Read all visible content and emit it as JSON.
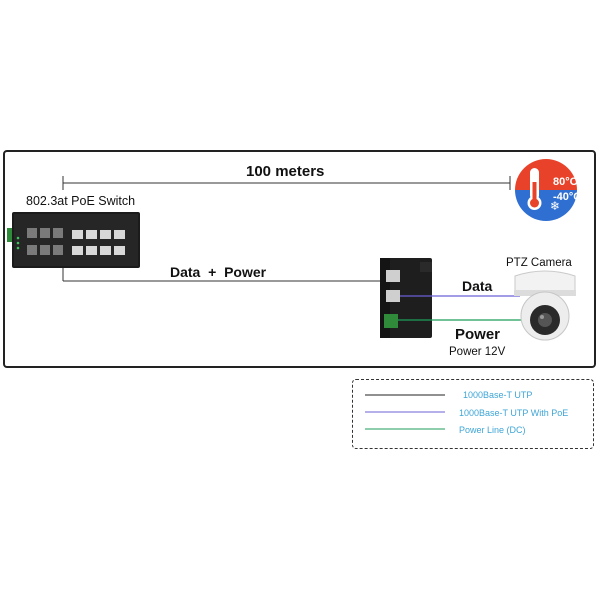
{
  "diagram": {
    "distance_label": "100 meters",
    "switch_label": "802.3at PoE Switch",
    "data_power_label": "Data  +  Power",
    "data_label": "Data",
    "power_label": "Power",
    "power_supply_label": "Power 12V",
    "camera_label": "PTZ Camera",
    "temperature": {
      "high": "80°C",
      "low": "-40°C"
    }
  },
  "legend": {
    "items": [
      {
        "label": "1000Base-T UTP",
        "color": "#222222"
      },
      {
        "label": "1000Base-T UTP With PoE",
        "color": "#6b5fd6"
      },
      {
        "label": "Power Line (DC)",
        "color": "#1e9e5a"
      }
    ]
  },
  "colors": {
    "frame": "#222222",
    "thermo_hot": "#e8432a",
    "thermo_cold": "#2f6fd1",
    "legend_text": "#3ea5d6"
  }
}
